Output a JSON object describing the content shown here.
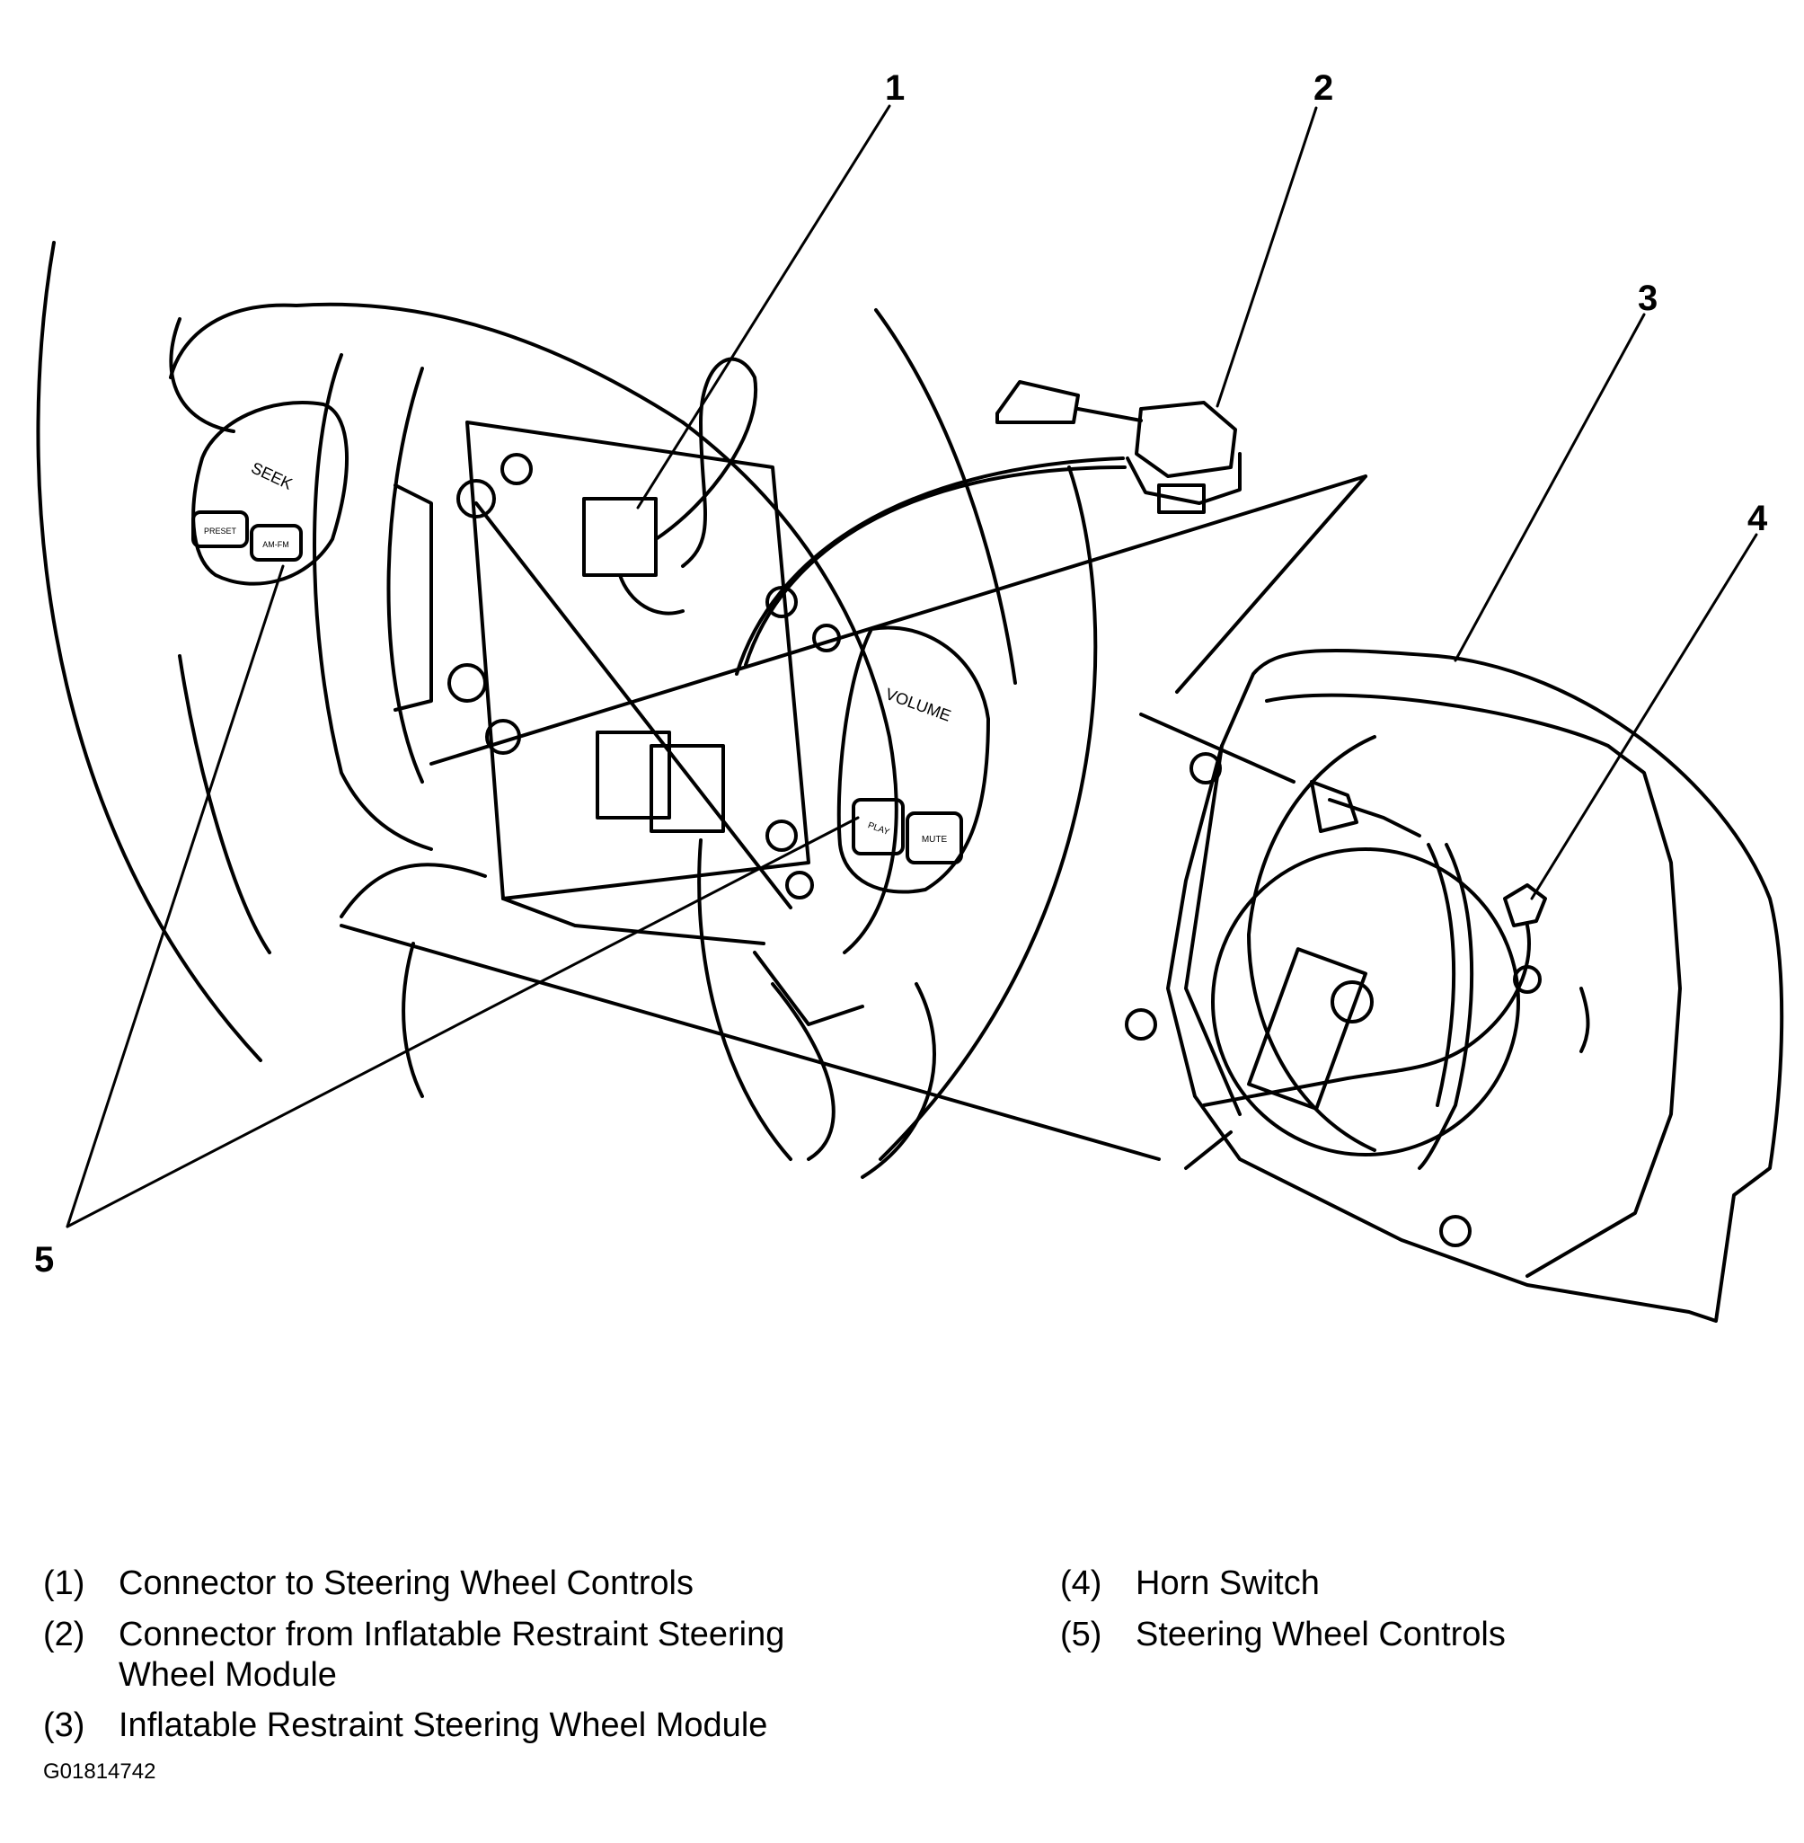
{
  "callouts": [
    "1",
    "2",
    "3",
    "4",
    "5"
  ],
  "legend": {
    "left": [
      {
        "num": "(1)",
        "text": "Connector to Steering Wheel Controls"
      },
      {
        "num": "(2)",
        "text": "Connector from Inflatable Restraint Steering Wheel Module"
      },
      {
        "num": "(3)",
        "text": "Inflatable Restraint Steering Wheel Module"
      }
    ],
    "right": [
      {
        "num": "(4)",
        "text": "Horn Switch"
      },
      {
        "num": "(5)",
        "text": "Steering Wheel Controls"
      }
    ]
  },
  "button_labels": {
    "seek": "SEEK",
    "volume": "VOLUME",
    "preset": "PRESET",
    "am_fm": "AM-FM",
    "play": "PLAY",
    "mute": "MUTE"
  },
  "figure_id": "G01814742",
  "colors": {
    "ink": "#000000",
    "paper": "#ffffff"
  }
}
